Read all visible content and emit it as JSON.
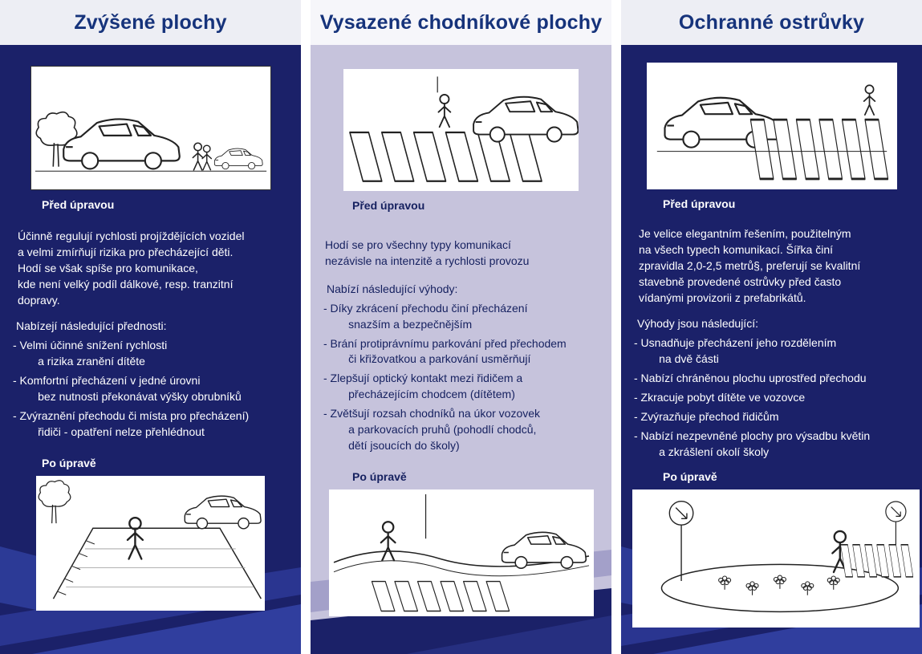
{
  "colors": {
    "navy": "#1b2169",
    "lavender": "#c6c3dc",
    "header_light": "#edeef4",
    "title_blue": "#16337b",
    "swoosh_blue": "#2c3a96"
  },
  "columns": [
    {
      "title": "Zvýšené plochy",
      "before_label": "Před úpravou",
      "after_label": "Po úpravě",
      "intro": "Účinně regulují rychlosti projíždějících vozidel\na velmi zmírňují rizika pro přecházející děti.\nHodí se však spíše pro komunikace,\nkde není velký podíl dálkové, resp. tranzitní\ndopravy.",
      "benefits_heading": "Nabízejí následující přednosti:",
      "benefits": [
        "- Velmi účinné snížení rychlosti\n        a rizika zranění dítěte",
        "- Komfortní přecházení v jedné úrovni\n        bez nutnosti překonávat výšky obrubníků",
        "- Zvýraznění přechodu či místa pro přecházení)\n        řidiči - opatření nelze přehlédnout"
      ]
    },
    {
      "title": "Vysazené chodníkové plochy",
      "before_label": "Před úpravou",
      "after_label": "Po úpravě",
      "intro": "Hodí se pro všechny typy komunikací\nnezávisle na intenzitě a rychlosti provozu",
      "benefits_heading": "Nabízí následující výhody:",
      "benefits": [
        "- Díky zkrácení přechodu činí přecházení\n        snazším a bezpečnějším",
        "- Brání protiprávnímu parkování před přechodem\n        či křižovatkou a parkování usměrňují",
        "- Zlepšují optický kontakt mezi řidičem a\n        přecházejícím chodcem (dítětem)",
        "- Zvětšují rozsah chodníků na úkor vozovek\n        a parkovacích pruhů (pohodlí chodců,\n        dětí jsoucích do školy)"
      ]
    },
    {
      "title": "Ochranné ostrůvky",
      "before_label": "Před úpravou",
      "after_label": "Po úpravě",
      "intro": "Je velice elegantním řešením, použitelným\nna všech typech komunikací. Šířka činí\nzpravidla 2,0-2,5 metrů§, preferují se kvalitní\nstavebně provedené ostrůvky před často\nvídanými provizorii z prefabrikátů.",
      "benefits_heading": "Výhody jsou následující:",
      "benefits": [
        "- Usnadňuje přecházení jeho rozdělením\n        na dvě části",
        "- Nabízí chráněnou plochu uprostřed přechodu",
        "- Zkracuje pobyt dítěte ve vozovce",
        "- Zvýrazňuje přechod řidičům",
        "- Nabízí nezpevněné plochy pro výsadbu květin\n        a zkrášlení okolí školy"
      ]
    }
  ]
}
